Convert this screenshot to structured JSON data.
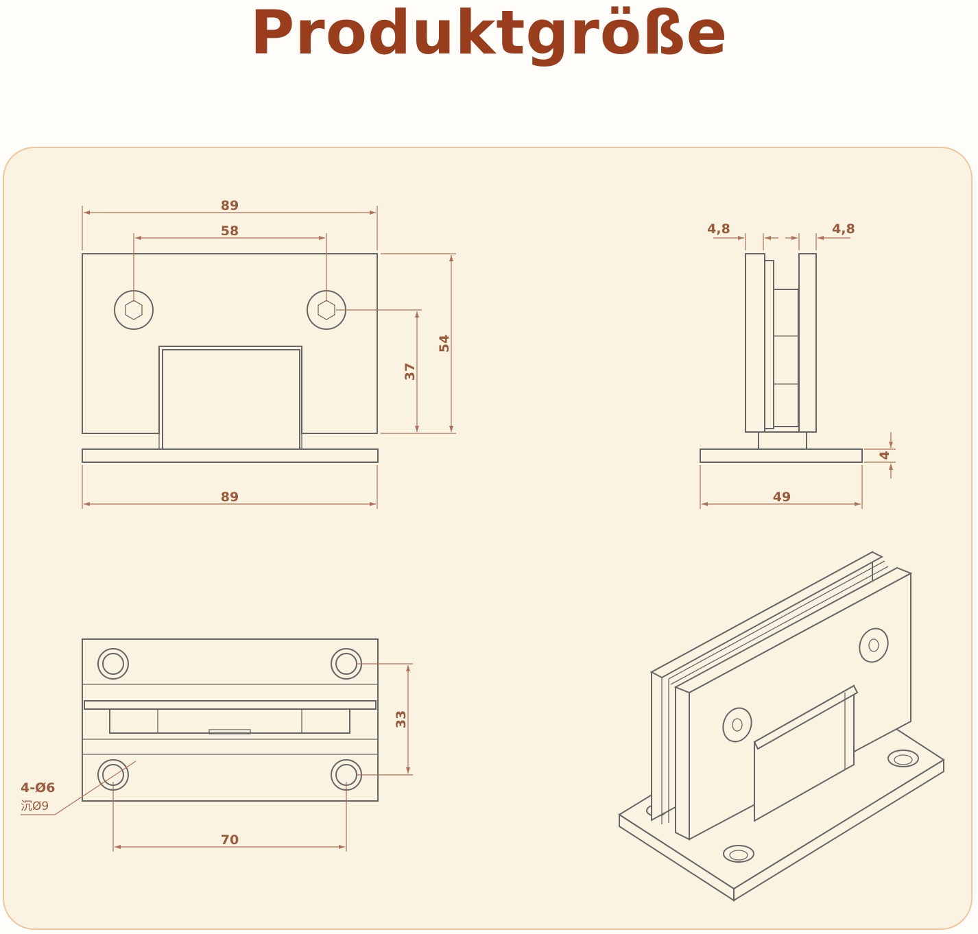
{
  "title": "Produktgröße",
  "front_view": {
    "width_top": "89",
    "hole_spacing": "58",
    "height_total": "54",
    "height_to_hole": "37",
    "width_base": "89"
  },
  "side_view": {
    "thickness_left": "4,8",
    "thickness_right": "4,8",
    "base_thickness": "4",
    "base_width": "49"
  },
  "bottom_view": {
    "hole_label_1": "4-Ø6",
    "hole_label_2": "沉Ø9",
    "hole_spacing_y": "33",
    "hole_spacing_x": "70"
  },
  "colors": {
    "title": "#9a3d1c",
    "panel_border": "#efc69c",
    "panel_bg": "#fbf3e1",
    "dimension": "#9a5a3c"
  }
}
